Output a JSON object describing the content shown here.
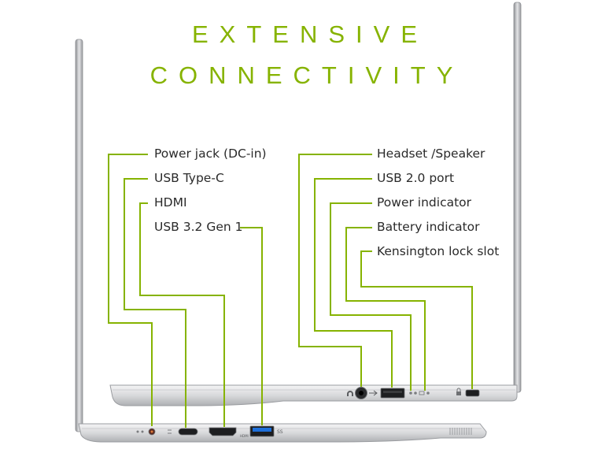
{
  "title": {
    "line1": "EXTENSIVE",
    "line2": "CONNECTIVITY"
  },
  "left_ports": [
    {
      "label": "Power jack (DC-in)"
    },
    {
      "label": "USB Type-C"
    },
    {
      "label": "HDMI"
    },
    {
      "label": "USB 3.2 Gen 1"
    }
  ],
  "right_ports": [
    {
      "label": "Headset /Speaker"
    },
    {
      "label": "USB 2.0 port"
    },
    {
      "label": "Power indicator"
    },
    {
      "label": "Battery indicator"
    },
    {
      "label": "Kensington lock slot"
    }
  ],
  "port_markings": {
    "hdmi": "HDMI",
    "usb_ss": "SS"
  },
  "colors": {
    "accent": "#86b300",
    "text": "#2a2a2a",
    "laptop_silver": "#d9dadc",
    "laptop_edge": "#9a9ca0",
    "usb3_blue": "#1e6fd9"
  }
}
